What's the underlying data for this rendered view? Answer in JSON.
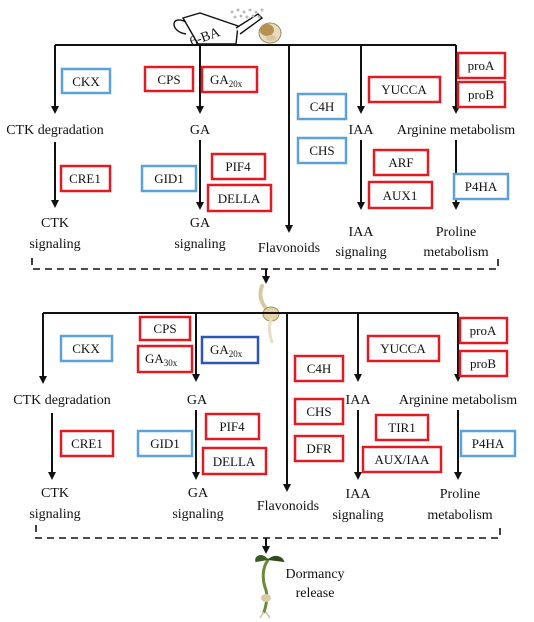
{
  "colors": {
    "up": "#e01b24",
    "down": "#5ea1d6",
    "down_dark": "#2b56b4"
  },
  "panel1": {
    "treatment": "6-BA",
    "pathways": {
      "ctk_degradation": "CTK degradation",
      "ctk_signaling": [
        "CTK",
        "signaling"
      ],
      "ga": "GA",
      "ga_signaling": [
        "GA",
        "signaling"
      ],
      "flavonoids": "Flavonoids",
      "iaa": "IAA",
      "iaa_signaling": [
        "IAA",
        "signaling"
      ],
      "arginine": "Arginine metabolism",
      "proline": [
        "Proline",
        "metabolism"
      ]
    },
    "genes": {
      "ckx": "CKX",
      "cps": "CPS",
      "ga20x": {
        "base": "GA",
        "sub": "20x"
      },
      "c4h": "C4H",
      "chs": "CHS",
      "yucca": "YUCCA",
      "proa": "proA",
      "prob": "proB",
      "cre1": "CRE1",
      "gid1": "GID1",
      "pif4": "PIF4",
      "della": "DELLA",
      "arf": "ARF",
      "aux1": "AUX1",
      "p4ha": "P4HA"
    }
  },
  "panel2": {
    "pathways": {
      "ctk_degradation": "CTK degradation",
      "ctk_signaling": [
        "CTK",
        "signaling"
      ],
      "ga": "GA",
      "ga_signaling": [
        "GA",
        "signaling"
      ],
      "flavonoids": "Flavonoids",
      "iaa": "IAA",
      "iaa_signaling": [
        "IAA",
        "signaling"
      ],
      "arginine": "Arginine metabolism",
      "proline": [
        "Proline",
        "metabolism"
      ]
    },
    "genes": {
      "ckx": "CKX",
      "cps": "CPS",
      "ga30x": {
        "base": "GA",
        "sub": "30x"
      },
      "ga20x": {
        "base": "GA",
        "sub": "20x"
      },
      "c4h": "C4H",
      "chs": "CHS",
      "dfr": "DFR",
      "yucca": "YUCCA",
      "proa": "proA",
      "prob": "proB",
      "cre1": "CRE1",
      "gid1": "GID1",
      "pif4": "PIF4",
      "della": "DELLA",
      "tir1": "TIR1",
      "auxiaa": "AUX/IAA",
      "p4ha": "P4HA"
    }
  },
  "outcome": [
    "Dormancy",
    "release"
  ]
}
